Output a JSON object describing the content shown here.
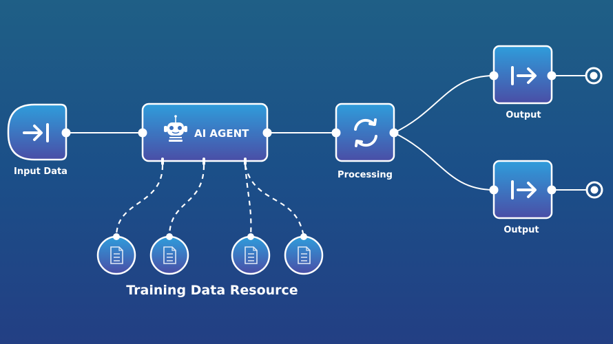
{
  "nodes": {
    "input": {
      "label": "Input Data",
      "icon": "arrow-right-to-bar-icon"
    },
    "agent": {
      "label": "AI AGENT",
      "icon": "robot-icon"
    },
    "processing": {
      "label": "Processing",
      "icon": "refresh-cycle-icon"
    },
    "output1": {
      "label": "Output",
      "icon": "arrow-right-from-bar-icon"
    },
    "output2": {
      "label": "Output",
      "icon": "arrow-right-from-bar-icon"
    }
  },
  "training": {
    "label": "Training Data Resource",
    "icon": "document-icon",
    "count": 4
  },
  "colors": {
    "node_top": "#2f9ddb",
    "node_bottom": "#4a4ea6",
    "line": "#ffffff"
  }
}
